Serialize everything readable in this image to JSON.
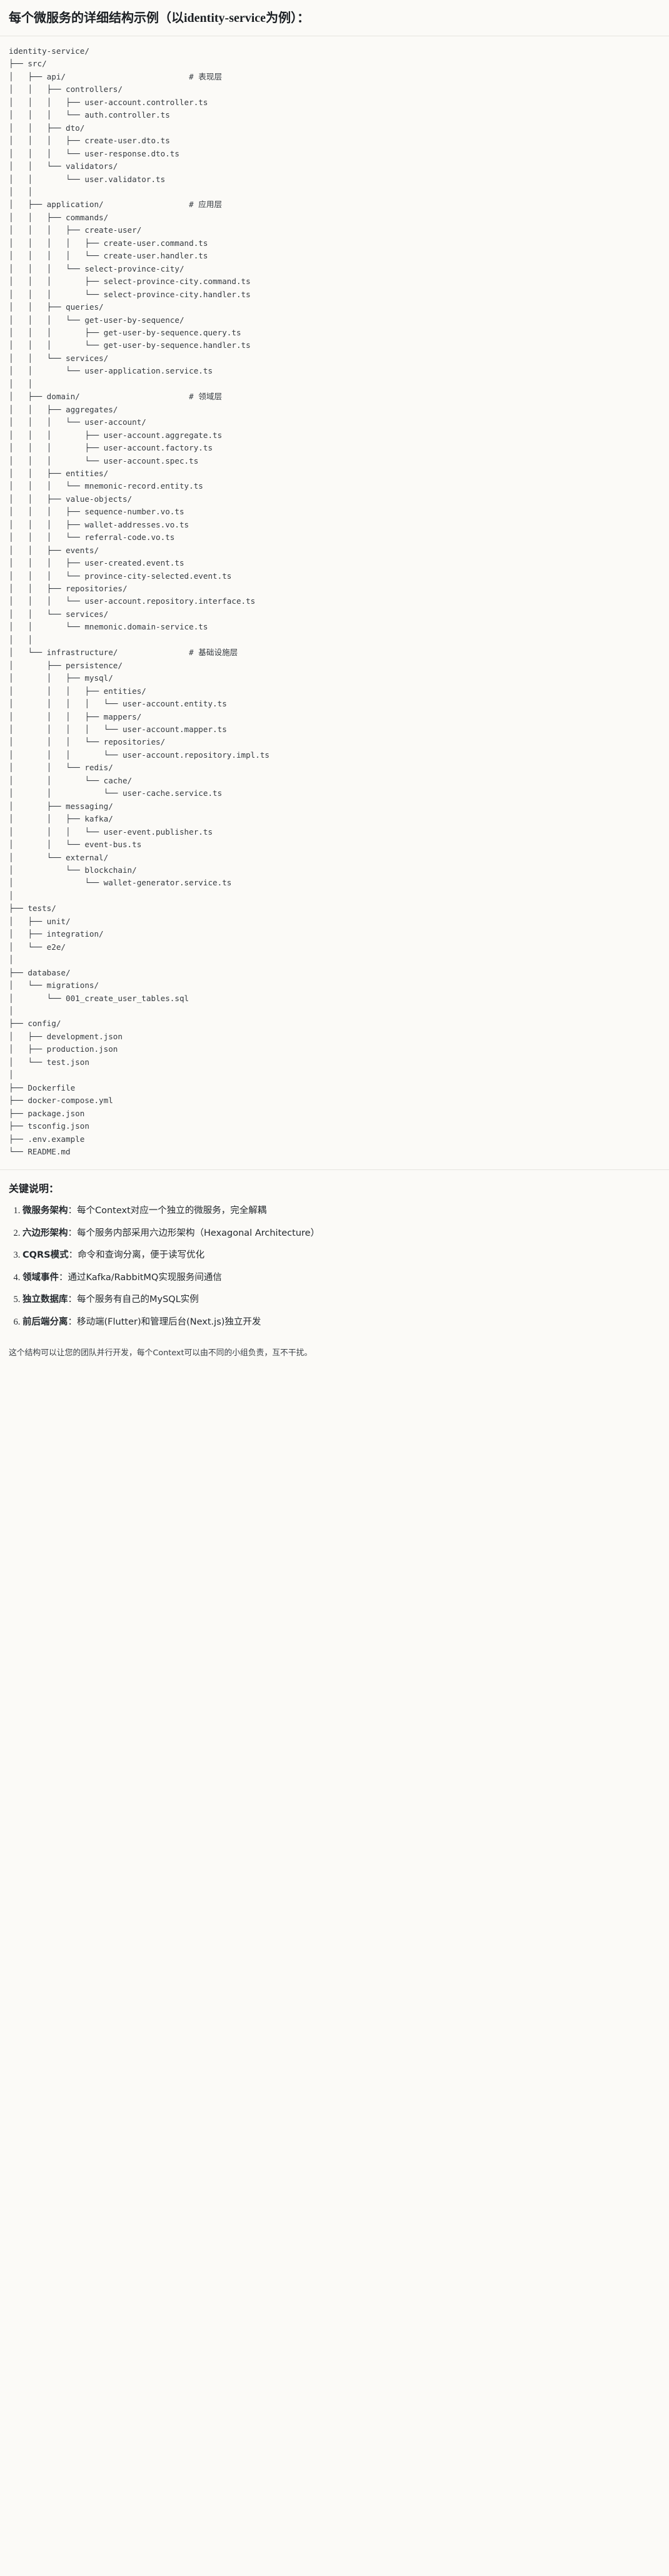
{
  "header": {
    "title": "每个微服务的详细结构示例（以identity-service为例）："
  },
  "tree": {
    "root": "identity-service/",
    "text": "identity-service/\n├── src/\n│   ├── api/                          # 表现层\n│   │   ├── controllers/\n│   │   │   ├── user-account.controller.ts\n│   │   │   └── auth.controller.ts\n│   │   ├── dto/\n│   │   │   ├── create-user.dto.ts\n│   │   │   └── user-response.dto.ts\n│   │   └── validators/\n│   │       └── user.validator.ts\n│   │\n│   ├── application/                  # 应用层\n│   │   ├── commands/\n│   │   │   ├── create-user/\n│   │   │   │   ├── create-user.command.ts\n│   │   │   │   └── create-user.handler.ts\n│   │   │   └── select-province-city/\n│   │   │       ├── select-province-city.command.ts\n│   │   │       └── select-province-city.handler.ts\n│   │   ├── queries/\n│   │   │   └── get-user-by-sequence/\n│   │   │       ├── get-user-by-sequence.query.ts\n│   │   │       └── get-user-by-sequence.handler.ts\n│   │   └── services/\n│   │       └── user-application.service.ts\n│   │\n│   ├── domain/                       # 领域层\n│   │   ├── aggregates/\n│   │   │   └── user-account/\n│   │   │       ├── user-account.aggregate.ts\n│   │   │       ├── user-account.factory.ts\n│   │   │       └── user-account.spec.ts\n│   │   ├── entities/\n│   │   │   └── mnemonic-record.entity.ts\n│   │   ├── value-objects/\n│   │   │   ├── sequence-number.vo.ts\n│   │   │   ├── wallet-addresses.vo.ts\n│   │   │   └── referral-code.vo.ts\n│   │   ├── events/\n│   │   │   ├── user-created.event.ts\n│   │   │   └── province-city-selected.event.ts\n│   │   ├── repositories/\n│   │   │   └── user-account.repository.interface.ts\n│   │   └── services/\n│   │       └── mnemonic.domain-service.ts\n│   │\n│   └── infrastructure/               # 基础设施层\n│       ├── persistence/\n│       │   ├── mysql/\n│       │   │   ├── entities/\n│       │   │   │   └── user-account.entity.ts\n│       │   │   ├── mappers/\n│       │   │   │   └── user-account.mapper.ts\n│       │   │   └── repositories/\n│       │   │       └── user-account.repository.impl.ts\n│       │   └── redis/\n│       │       └── cache/\n│       │           └── user-cache.service.ts\n│       ├── messaging/\n│       │   ├── kafka/\n│       │   │   └── user-event.publisher.ts\n│       │   └── event-bus.ts\n│       └── external/\n│           └── blockchain/\n│               └── wallet-generator.service.ts\n│\n├── tests/\n│   ├── unit/\n│   ├── integration/\n│   └── e2e/\n│\n├── database/\n│   └── migrations/\n│       └── 001_create_user_tables.sql\n│\n├── config/\n│   ├── development.json\n│   ├── production.json\n│   └── test.json\n│\n├── Dockerfile\n├── docker-compose.yml\n├── package.json\n├── tsconfig.json\n├── .env.example\n└── README.md",
    "layer_comments": [
      "# 表现层",
      "# 应用层",
      "# 领域层",
      "# 基础设施层"
    ]
  },
  "notes": {
    "heading": "关键说明：",
    "items": [
      {
        "label": "微服务架构",
        "text": "：每个Context对应一个独立的微服务，完全解耦"
      },
      {
        "label": "六边形架构",
        "text": "：每个服务内部采用六边形架构（Hexagonal Architecture）"
      },
      {
        "label": "CQRS模式",
        "text": "：命令和查询分离，便于读写优化"
      },
      {
        "label": "领域事件",
        "text": "：通过Kafka/RabbitMQ实现服务间通信"
      },
      {
        "label": "独立数据库",
        "text": "：每个服务有自己的MySQL实例"
      },
      {
        "label": "前后端分离",
        "text": "：移动端(Flutter)和管理后台(Next.js)独立开发"
      }
    ],
    "closing": "这个结构可以让您的团队并行开发，每个Context可以由不同的小组负责，互不干扰。"
  }
}
